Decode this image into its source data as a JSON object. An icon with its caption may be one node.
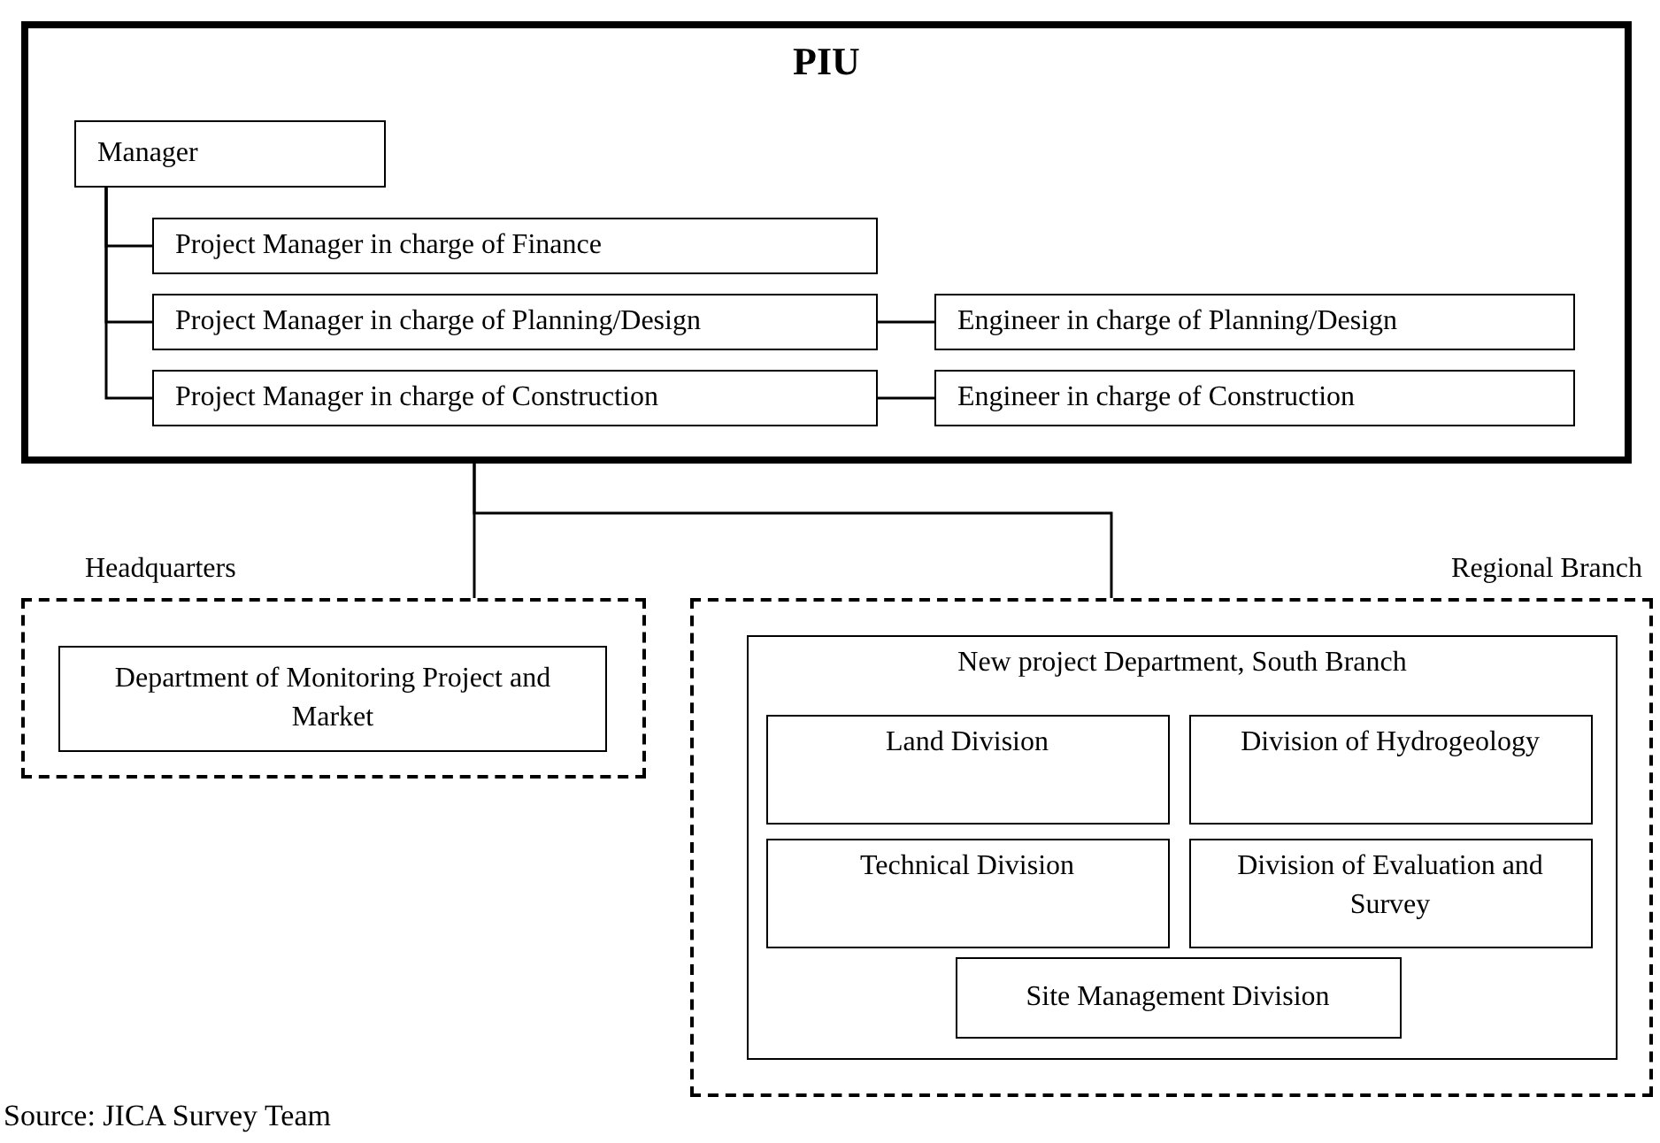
{
  "diagram": {
    "caption": "Source: JICA Survey Team",
    "nodes": [
      {
        "text": [
          "PIU"
        ]
      },
      {
        "text": [
          "Manager"
        ],
        "in": 0
      },
      {
        "text": [
          "Project Manager in charge of Finance"
        ],
        "in": 0
      },
      {
        "text": [
          "Project Manager in charge of Planning/Design"
        ],
        "in": 0
      },
      {
        "text": [
          "Engineer in charge of Planning/Design"
        ],
        "in": 0
      },
      {
        "text": [
          "Project Manager in charge of Construction"
        ],
        "in": 0
      },
      {
        "text": [
          "Engineer in charge of Construction"
        ],
        "in": 0
      },
      {
        "text": [
          "Headquarters"
        ]
      },
      {
        "text": [
          "Department of Monitoring Project and Market"
        ],
        "in": 7
      },
      {
        "text": [
          "Regional Branch"
        ]
      },
      {
        "text": [
          "New project Department, South Branch"
        ],
        "in": 9
      },
      {
        "text": [
          "Land Division"
        ],
        "in": 10
      },
      {
        "text": [
          "Division of Hydrogeology"
        ],
        "in": 10
      },
      {
        "text": [
          "Technical Division"
        ],
        "in": 10
      },
      {
        "text": [
          "Division of Evaluation and Survey"
        ],
        "in": 10
      },
      {
        "text": [
          "Site Management Division"
        ],
        "in": 10
      }
    ],
    "edges": [
      {
        "from": 1,
        "to": 2,
        "arrow": "none"
      },
      {
        "from": 1,
        "to": 3,
        "arrow": "none"
      },
      {
        "from": 1,
        "to": 5,
        "arrow": "none"
      },
      {
        "from": 3,
        "to": 4,
        "arrow": "none"
      },
      {
        "from": 5,
        "to": 6,
        "arrow": "none"
      },
      {
        "from": 0,
        "to": 7,
        "arrow": "none"
      },
      {
        "from": 0,
        "to": 9,
        "arrow": "none"
      }
    ]
  }
}
